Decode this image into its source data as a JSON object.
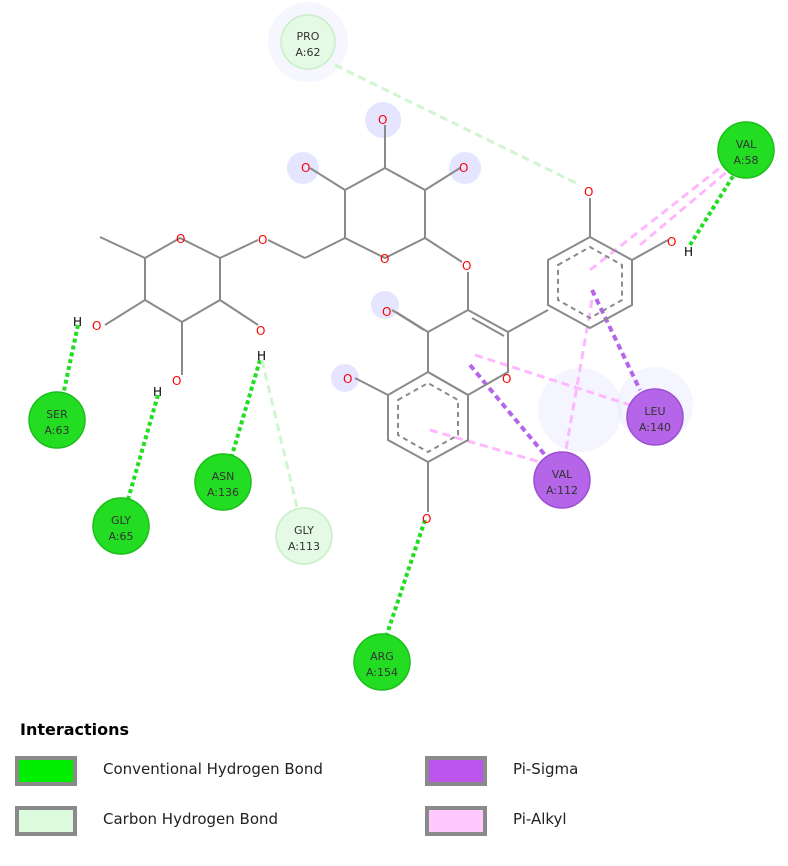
{
  "legend": {
    "title": "Interactions",
    "items": [
      {
        "label": "Conventional Hydrogen Bond",
        "color": "#00ee00"
      },
      {
        "label": "Carbon Hydrogen Bond",
        "color": "#dcfadc"
      },
      {
        "label": "Pi-Sigma",
        "color": "#bb55ee"
      },
      {
        "label": "Pi-Alkyl",
        "color": "#ffc8ff"
      }
    ]
  },
  "residues": [
    {
      "id": "pro62",
      "name": "PRO",
      "number": "A:62",
      "type": "carbon-hydrogen"
    },
    {
      "id": "val58",
      "name": "VAL",
      "number": "A:58",
      "type": "conventional-hydrogen"
    },
    {
      "id": "ser63",
      "name": "SER",
      "number": "A:63",
      "type": "conventional-hydrogen"
    },
    {
      "id": "gly65",
      "name": "GLY",
      "number": "A:65",
      "type": "conventional-hydrogen"
    },
    {
      "id": "asn136",
      "name": "ASN",
      "number": "A:136",
      "type": "conventional-hydrogen"
    },
    {
      "id": "gly113",
      "name": "GLY",
      "number": "A:113",
      "type": "carbon-hydrogen"
    },
    {
      "id": "arg154",
      "name": "ARG",
      "number": "A:154",
      "type": "conventional-hydrogen"
    },
    {
      "id": "leu140",
      "name": "LEU",
      "number": "A:140",
      "type": "pi-sigma"
    },
    {
      "id": "val112",
      "name": "VAL",
      "number": "A:112",
      "type": "pi-sigma"
    }
  ],
  "atom_labels": {
    "oxygen": "O",
    "hydrogen": "H"
  },
  "colors": {
    "conventional-hydrogen": "#22dd22",
    "carbon-hydrogen": "#e4fae4",
    "pi-sigma": "#b565e8",
    "pi-alkyl": "#ffb8ff",
    "bond": "#8a8a8a",
    "oxygen": "#ff0000"
  }
}
